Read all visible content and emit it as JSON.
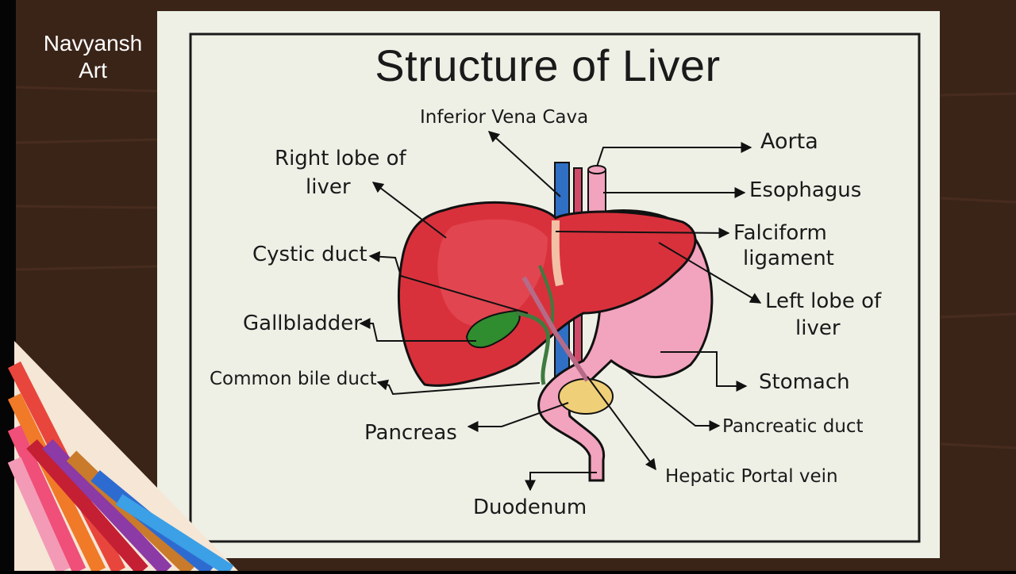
{
  "watermark": {
    "line1": "Navyansh",
    "line2": "Art"
  },
  "title": "Structure of Liver",
  "labels": {
    "inferior_vena_cava": "Inferior Vena Cava",
    "aorta": "Aorta",
    "right_lobe_1": "Right lobe of",
    "right_lobe_2": "liver",
    "esophagus": "Esophagus",
    "falciform_1": "Falciform",
    "falciform_2": "ligament",
    "cystic_duct": "Cystic duct",
    "left_lobe_1": "Left lobe of",
    "left_lobe_2": "liver",
    "gallbladder": "Gallbladder",
    "common_bile_duct": "Common bile duct",
    "stomach": "Stomach",
    "pancreatic_duct": "Pancreatic duct",
    "pancreas": "Pancreas",
    "hepatic_portal_vein": "Hepatic Portal vein",
    "duodenum": "Duodenum"
  },
  "colors": {
    "liver": "#d9313c",
    "liver_dark": "#b51f2b",
    "gallbladder": "#2f8c2f",
    "stomach": "#f2a3bd",
    "pancreas": "#efcf78",
    "vena_cava": "#2f6fc4",
    "aorta": "#e78aa6",
    "paper": "#eef0e6"
  }
}
